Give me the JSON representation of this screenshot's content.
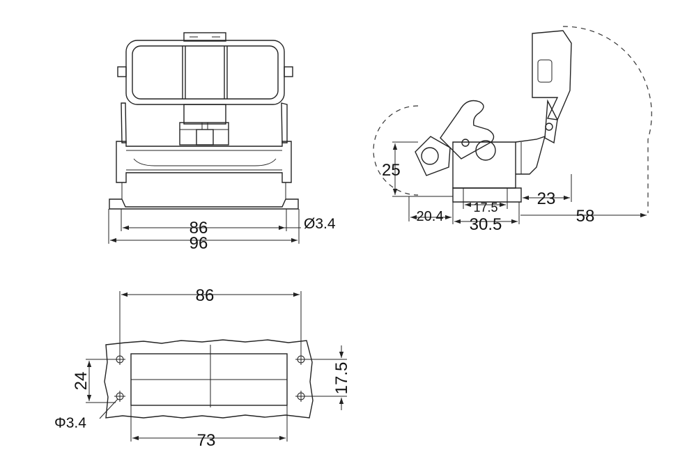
{
  "front_view": {
    "dim_inner": "86",
    "dim_outer": "96",
    "dim_hole": "Ø3.4"
  },
  "side_view": {
    "dim_height": "25",
    "dim_hinge": "20.4",
    "dim_base_inner": "17.5",
    "dim_base": "30.5",
    "dim_offset": "23",
    "dim_swing": "58"
  },
  "bottom_view": {
    "dim_top": "86",
    "dim_left": "24",
    "dim_right": "17.5",
    "dim_hole": "Φ3.4",
    "dim_bottom": "73"
  }
}
